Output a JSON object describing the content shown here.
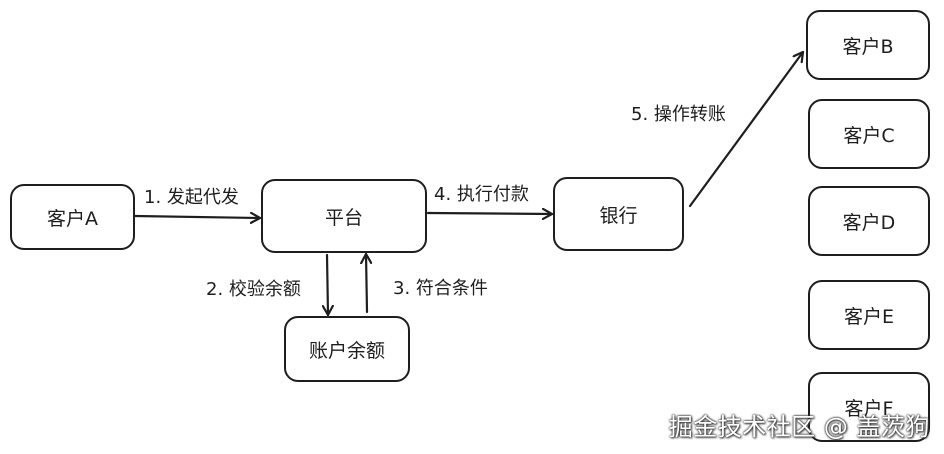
{
  "nodes": {
    "customer_a": "客户A",
    "platform": "平台",
    "account_balance": "账户余额",
    "bank": "银行",
    "customer_b": "客户B",
    "customer_c": "客户C",
    "customer_d": "客户D",
    "customer_e": "客户E",
    "customer_f": "客户F"
  },
  "edges": {
    "step1": "1. 发起代发",
    "step2": "2. 校验余额",
    "step3": "3. 符合条件",
    "step4": "4. 执行付款",
    "step5": "5. 操作转账"
  },
  "watermark": "掘金技术社区 @ 盖茨狗",
  "colors": {
    "stroke": "#1e1e1e",
    "background": "#ffffff"
  }
}
